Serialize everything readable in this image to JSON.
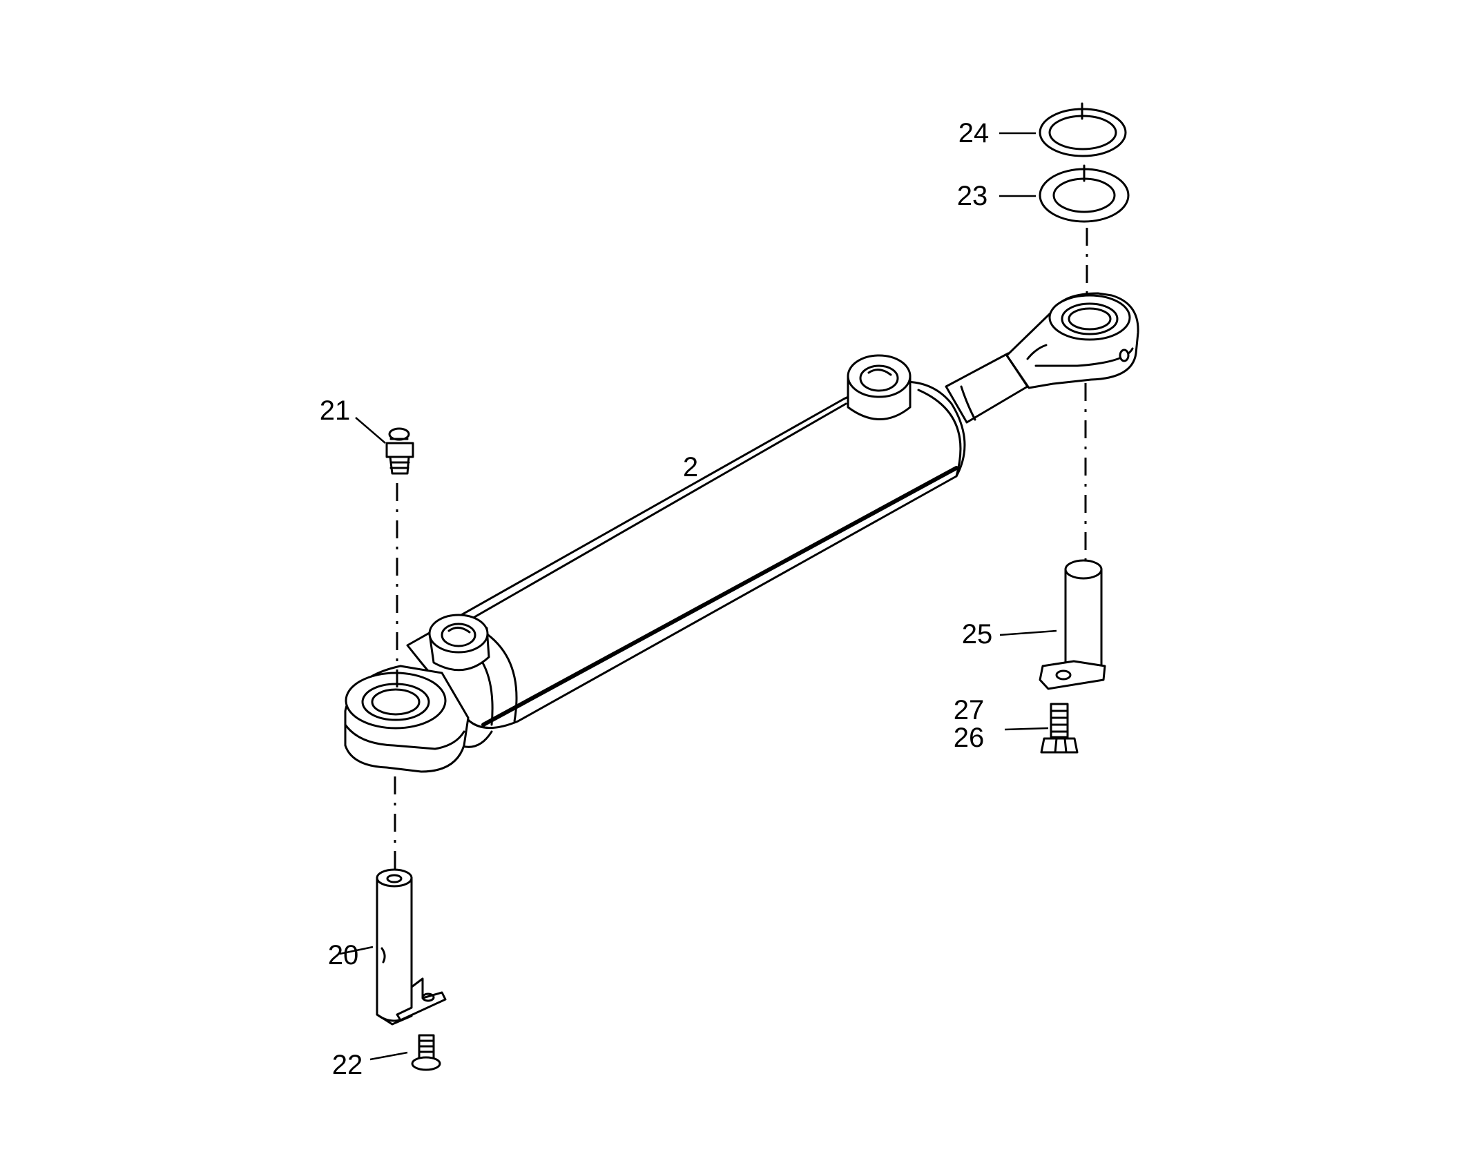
{
  "diagram": {
    "type": "exploded parts drawing",
    "callouts": [
      {
        "id": "c2",
        "label": "2"
      },
      {
        "id": "c20",
        "label": "20"
      },
      {
        "id": "c21",
        "label": "21"
      },
      {
        "id": "c22",
        "label": "22"
      },
      {
        "id": "c23",
        "label": "23"
      },
      {
        "id": "c24",
        "label": "24"
      },
      {
        "id": "c25",
        "label": "25"
      },
      {
        "id": "c26",
        "label": "26"
      },
      {
        "id": "c27",
        "label": "27"
      }
    ]
  }
}
